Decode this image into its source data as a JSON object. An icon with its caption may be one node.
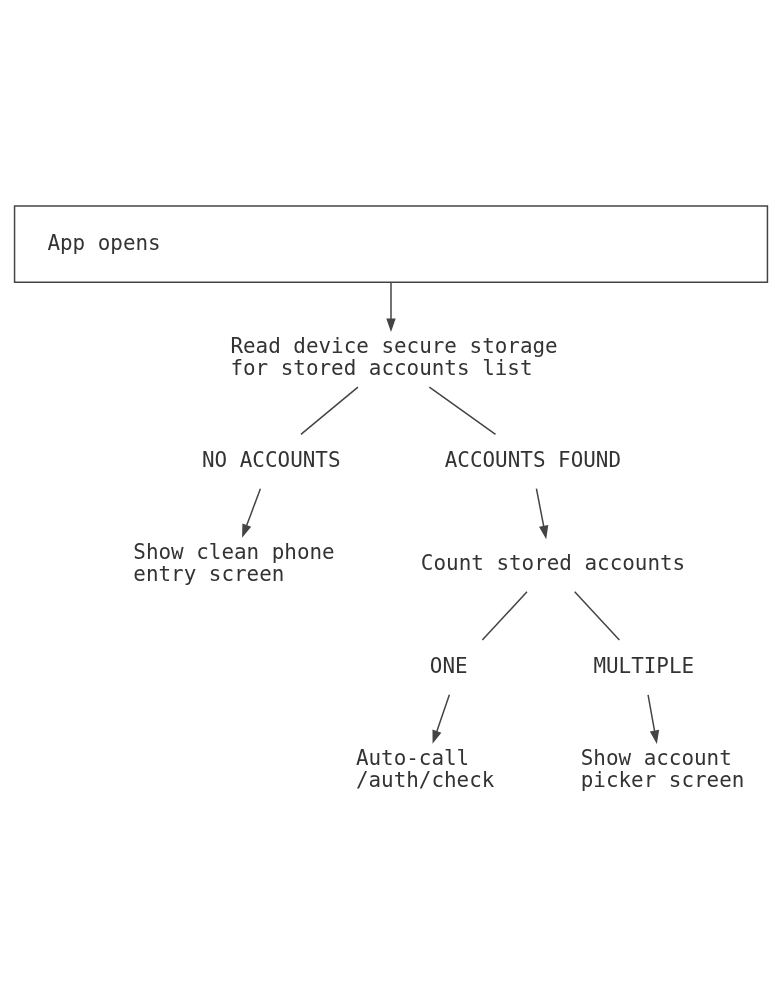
{
  "diagram": {
    "nodes": [
      {
        "text": [
          "App opens"
        ]
      },
      {
        "text": [
          "Read device secure storage for stored accounts list"
        ]
      },
      {
        "text": [
          "NO ACCOUNTS"
        ]
      },
      {
        "text": [
          "ACCOUNTS FOUND"
        ]
      },
      {
        "text": [
          "Show clean phone entry screen"
        ]
      },
      {
        "text": [
          "Count stored accounts"
        ]
      },
      {
        "text": [
          "ONE"
        ]
      },
      {
        "text": [
          "MULTIPLE"
        ]
      },
      {
        "text": [
          "Auto-call /auth/check"
        ]
      },
      {
        "text": [
          "Show account picker screen"
        ]
      }
    ],
    "edges": [
      {
        "from": 0,
        "to": 1,
        "arrow": "to"
      },
      {
        "from": 1,
        "to": 2,
        "arrow": "none"
      },
      {
        "from": 1,
        "to": 3,
        "arrow": "none"
      },
      {
        "from": 2,
        "to": 4,
        "arrow": "to"
      },
      {
        "from": 3,
        "to": 5,
        "arrow": "to"
      },
      {
        "from": 5,
        "to": 6,
        "arrow": "none"
      },
      {
        "from": 5,
        "to": 7,
        "arrow": "none"
      },
      {
        "from": 6,
        "to": 8,
        "arrow": "to"
      },
      {
        "from": 7,
        "to": 9,
        "arrow": "to"
      }
    ]
  }
}
